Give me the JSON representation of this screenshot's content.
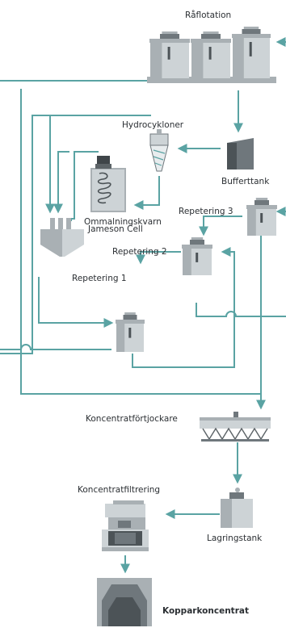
{
  "colors": {
    "pipe": "#5aa3a3",
    "equipment_light": "#cdd3d6",
    "equipment_mid": "#a9b0b4",
    "equipment_dark": "#6f777c",
    "equipment_shadow": "#4c5357",
    "label": "#2b2f33"
  },
  "labels": {
    "raflotation": "Råflotation",
    "hydrocykloner": "Hydrocykloner",
    "bufferttank": "Bufferttank",
    "ommalningskvarn": "Ommalningskvarn",
    "repetering3": "Repetering 3",
    "jameson_cell": "Jameson Cell",
    "repetering2": "Repetering 2",
    "repetering1": "Repetering 1",
    "koncentratfortjockare": "Koncentratförtjockare",
    "koncentratfiltrering": "Koncentratfiltrering",
    "lagringstank": "Lagringstank",
    "kopparkoncentrat": "Kopparkoncentrat"
  }
}
